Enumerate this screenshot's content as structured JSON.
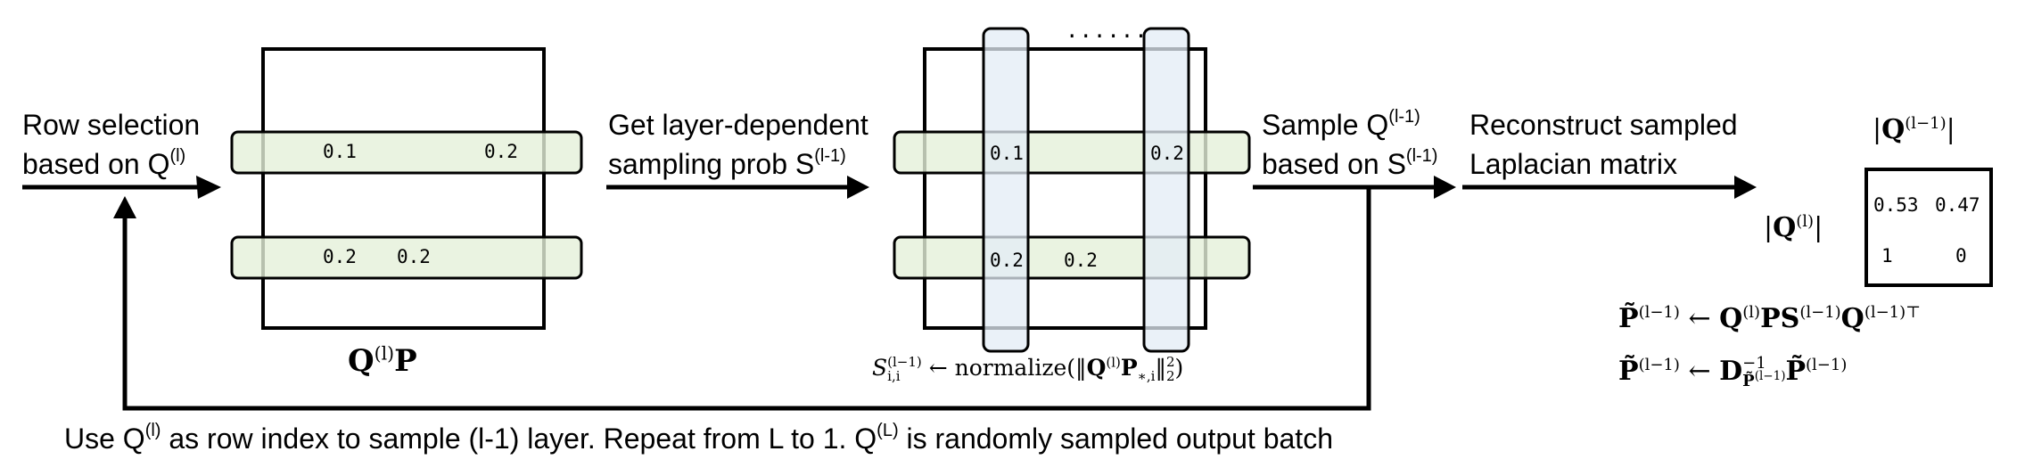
{
  "steps": {
    "row_selection": {
      "line1": "Row selection",
      "line2_prefix": "based on Q",
      "line2_sup": "(l)"
    },
    "layer_prob": {
      "line1": "Get layer-dependent",
      "line2_prefix": "sampling prob S",
      "line2_sup": "(l-1)"
    },
    "sample_q": {
      "line1_prefix": "Sample Q",
      "line1_sup": "(l-1)",
      "line2_prefix": "based on S",
      "line2_sup": "(l-1)"
    },
    "reconstruct": {
      "line1": "Reconstruct sampled",
      "line2": "Laplacian matrix"
    }
  },
  "matrix1": {
    "row1": [
      "0.1",
      "0.2"
    ],
    "row2": [
      "0.2",
      "0.2"
    ],
    "caption": {
      "q": "Q",
      "sup": "(l)",
      "p": "P"
    }
  },
  "matrix2": {
    "dots": "......",
    "row1": [
      "0.1",
      "0.2"
    ],
    "row2": [
      "0.2",
      "0.2"
    ],
    "formula": {
      "s": "S",
      "s_sup": "(l−1)",
      "s_sub": "i,i",
      "arrow": "←",
      "fn": "normalize",
      "open": "(‖",
      "q": "Q",
      "q_sup": "(l)",
      "p": "P",
      "p_sub": "∗,i",
      "close": "‖",
      "norm_sub": "2",
      "norm_sup": "2",
      "end": ")"
    }
  },
  "laplacian": {
    "col_label": {
      "q": "Q",
      "sup": "(l−1)"
    },
    "row_label": {
      "q": "Q",
      "sup": "(l)"
    },
    "cells": [
      "0.53",
      "0.47",
      "1",
      "0"
    ]
  },
  "equations": {
    "eq1": {
      "lhs": "P̃",
      "lhs_sup": "(l−1)",
      "arrow": "←",
      "q": "Q",
      "q_sup": "(l)",
      "ps": "PS",
      "s_sup": "(l−1)",
      "q2": "Q",
      "q2_sup": "(l−1)⊤"
    },
    "eq2": {
      "lhs": "P̃",
      "lhs_sup": "(l−1)",
      "arrow": "←",
      "d": "D",
      "d_sup": "−1",
      "d_sub": "P̃",
      "d_sub_sup": "(l−1)",
      "p": "P̃",
      "p_sup": "(l−1)"
    }
  },
  "footer": {
    "part1": "Use Q",
    "sup1": "(l)",
    "part2": " as row index to sample (l-1) layer. Repeat from L to 1. Q",
    "sup2": "(L)",
    "part3": " is randomly sampled output batch"
  }
}
